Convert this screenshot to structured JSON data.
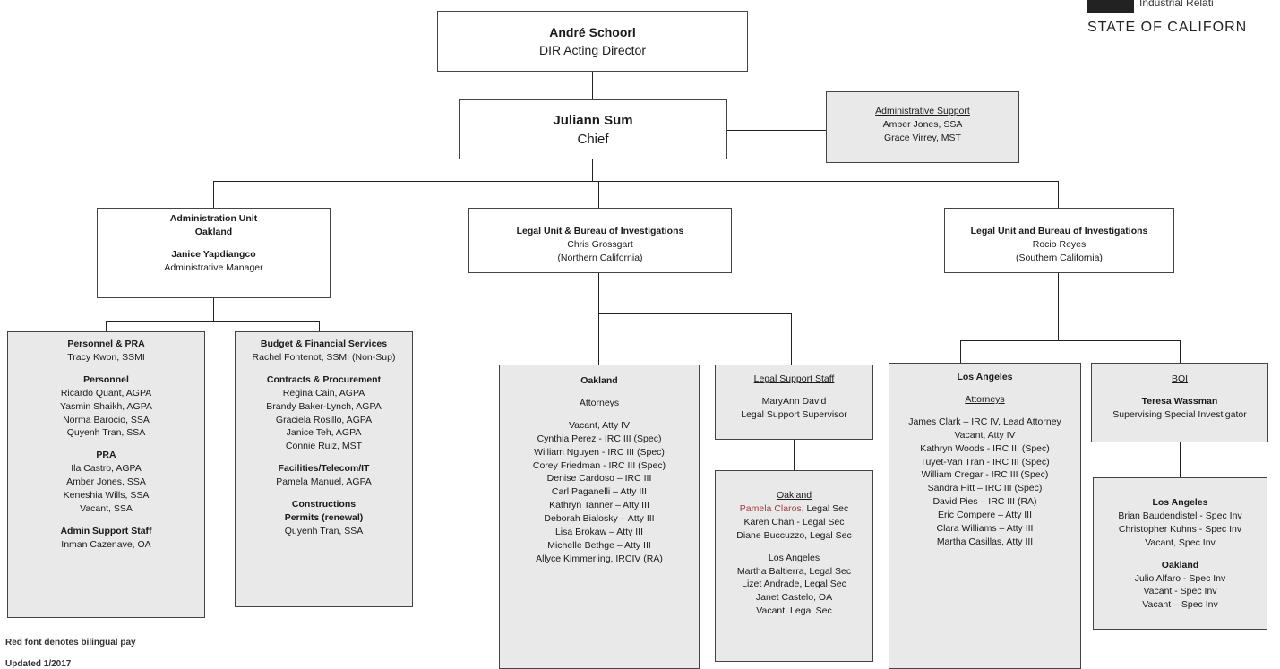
{
  "logo": {
    "org": "Industrial Relati",
    "state": "STATE OF CALIFORN"
  },
  "director": {
    "name": "André Schoorl",
    "title": "DIR Acting Director"
  },
  "chief": {
    "name": "Juliann Sum",
    "title": "Chief"
  },
  "admin_support": {
    "heading": "Administrative Support",
    "lines": [
      "Amber Jones, SSA",
      "Grace Virrey,  MST"
    ]
  },
  "admin_unit": {
    "line1": "Administration Unit",
    "line2": "Oakland",
    "name": "Janice Yapdiangco",
    "title": "Administrative Manager"
  },
  "legal_north": {
    "heading": "Legal Unit & Bureau of Investigations",
    "name": "Chris Grossgart",
    "region": "(Northern California)"
  },
  "legal_south": {
    "heading": "Legal Unit and Bureau of Investigations",
    "name": "Rocio Reyes",
    "region": "(Southern California)"
  },
  "personnel": {
    "h1": "Personnel & PRA",
    "l1": "Tracy Kwon, SSMI",
    "h2": "Personnel",
    "list2": [
      "Ricardo Quant, AGPA",
      "Yasmin Shaikh, AGPA",
      "Norma Barocio, SSA",
      "Quyenh Tran, SSA"
    ],
    "h3": "PRA",
    "list3": [
      "Ila Castro, AGPA",
      "Amber Jones, SSA",
      "Keneshia Wills, SSA",
      "Vacant, SSA"
    ],
    "h4": "Admin Support Staff",
    "l4": "Inman Cazenave, OA"
  },
  "budget": {
    "h1": "Budget & Financial Services",
    "l1": "Rachel Fontenot, SSMI (Non-Sup)",
    "h2": "Contracts & Procurement",
    "list2": [
      "Regina Cain, AGPA",
      "Brandy Baker-Lynch, AGPA",
      "Graciela Rosillo, AGPA",
      "Janice Teh, AGPA",
      "Connie Ruiz, MST"
    ],
    "h3": "Facilities/Telecom/IT",
    "l3": "Pamela Manuel, AGPA",
    "h4a": "Constructions",
    "h4b": "Permits (renewal)",
    "l4": "Quyenh Tran, SSA"
  },
  "oakland": {
    "heading": "Oakland",
    "sub": "Attorneys",
    "list": [
      "Vacant, Atty IV",
      "Cynthia Perez -  IRC III (Spec)",
      "William Nguyen - IRC III (Spec)",
      "Corey Friedman  - IRC III (Spec)",
      "Denise Cardoso – IRC III",
      "Carl Paganelli – Atty III",
      "Kathryn Tanner – Atty III",
      "Deborah Bialosky – Atty III",
      "Lisa Brokaw – Atty III",
      "Michelle Bethge – Atty III",
      "Allyce Kimmerling, IRCIV (RA)"
    ]
  },
  "legal_support": {
    "heading": "Legal Support Staff",
    "name": "MaryAnn David",
    "title": "Legal Support Supervisor"
  },
  "legal_support_list": {
    "h1": "Oakland",
    "l1_red": "Pamela Claros,",
    "l1_rest": " Legal Sec",
    "list1": [
      "Karen Chan - Legal Sec",
      "Diane Buccuzzo, Legal Sec"
    ],
    "h2": "Los Angeles",
    "list2": [
      "Martha Baltierra, Legal Sec",
      "Lizet Andrade, Legal Sec",
      "Janet Castelo, OA",
      "Vacant, Legal Sec"
    ]
  },
  "los_angeles": {
    "heading": "Los Angeles",
    "sub": "Attorneys",
    "list": [
      "James Clark – IRC IV, Lead Attorney",
      "Vacant, Atty IV",
      "Kathryn Woods - IRC III (Spec)",
      "Tuyet-Van Tran - IRC III  (Spec)",
      "William Cregar - IRC III (Spec)",
      "Sandra Hitt – IRC III (Spec)",
      "David Pies – IRC III (RA)",
      "Eric Compere – Atty III",
      "Clara Williams – Atty III",
      "Martha Casillas, Atty III"
    ]
  },
  "boi": {
    "heading": "BOI",
    "name": "Teresa Wassman",
    "title": "Supervising Special Investigator"
  },
  "boi_list": {
    "h1": "Los Angeles",
    "list1": [
      "Brian Baudendistel - Spec Inv",
      "Christopher Kuhns - Spec Inv",
      "Vacant, Spec Inv"
    ],
    "h2": "Oakland",
    "list2": [
      "Julio Alfaro - Spec Inv",
      "Vacant - Spec Inv",
      "Vacant – Spec Inv"
    ]
  },
  "footnote": {
    "text": "Red font denotes bilingual pay",
    "date": "Updated 1/2017"
  }
}
